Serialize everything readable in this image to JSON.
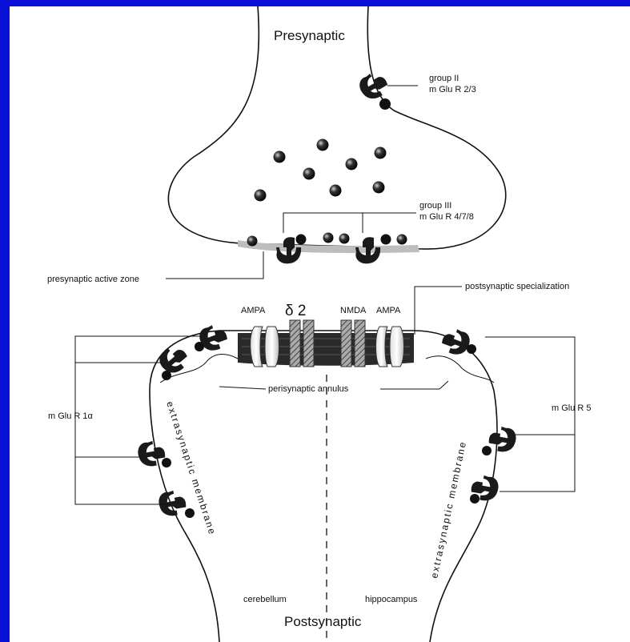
{
  "colors": {
    "background_blue": "#0a10d8",
    "canvas_white": "#ffffff",
    "ink": "#111111"
  },
  "labels": {
    "presynaptic": "Presynaptic",
    "postsynaptic": "Postsynaptic",
    "group_ii_line1": "group II",
    "group_ii_line2": "m Glu R 2/3",
    "group_iii_line1": "group III",
    "group_iii_line2": "m Glu R  4/7/8",
    "presynaptic_active_zone": "presynaptic active zone",
    "postsynaptic_specialization": "postsynaptic specialization",
    "ampa_left": "AMPA",
    "delta2": "δ 2",
    "nmda": "NMDA",
    "ampa_right": "AMPA",
    "perisynaptic_annulus": "perisynaptic annulus",
    "mglur1a": "m Glu R 1α",
    "mglur5": "m Glu R 5",
    "extrasynaptic_left": "extrasynaptic membrane",
    "extrasynaptic_right": "extrasynaptic membrane",
    "cerebellum": "cerebellum",
    "hippocampus": "hippocampus"
  }
}
